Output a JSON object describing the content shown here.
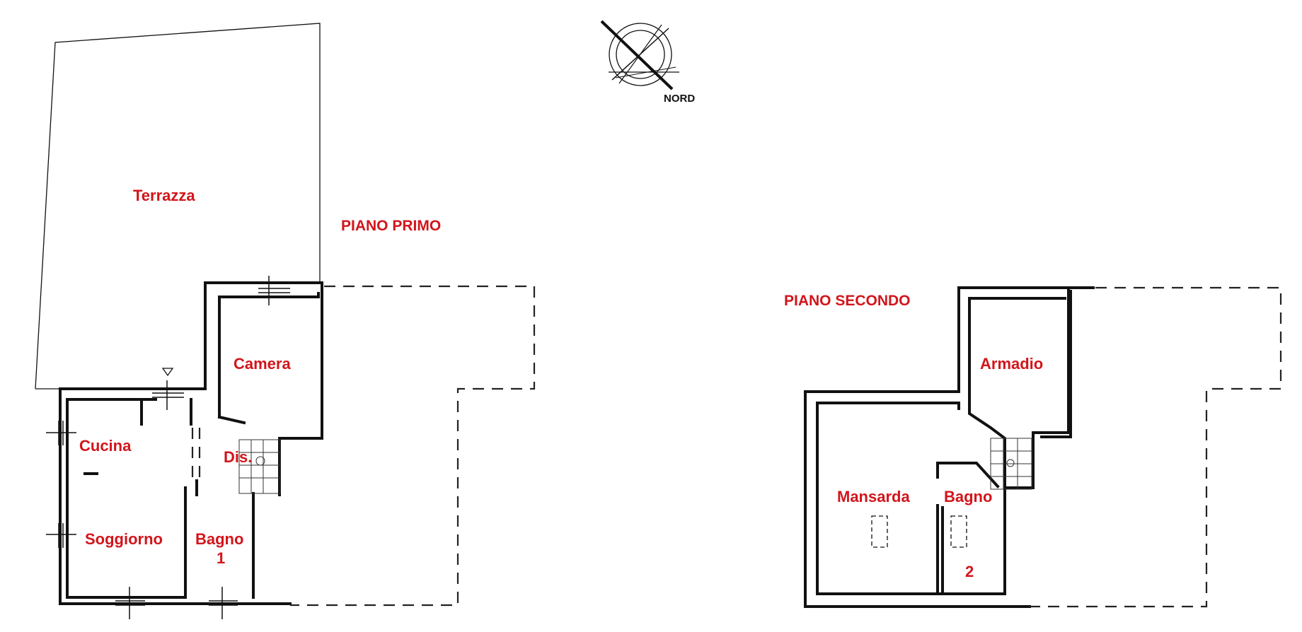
{
  "compass": {
    "label": "NORD"
  },
  "floors": [
    {
      "label": "PIANO PRIMO",
      "rooms": {
        "terrazza": "Terrazza",
        "camera": "Camera",
        "cucina": "Cucina",
        "dis": "Dis.",
        "soggiorno": "Soggiorno",
        "bagno_line1": "Bagno",
        "bagno_line2": "1"
      }
    },
    {
      "label": "PIANO SECONDO",
      "rooms": {
        "armadio": "Armadio",
        "mansarda": "Mansarda",
        "bagno_line1": "Bagno",
        "bagno_line2": "2"
      }
    }
  ]
}
